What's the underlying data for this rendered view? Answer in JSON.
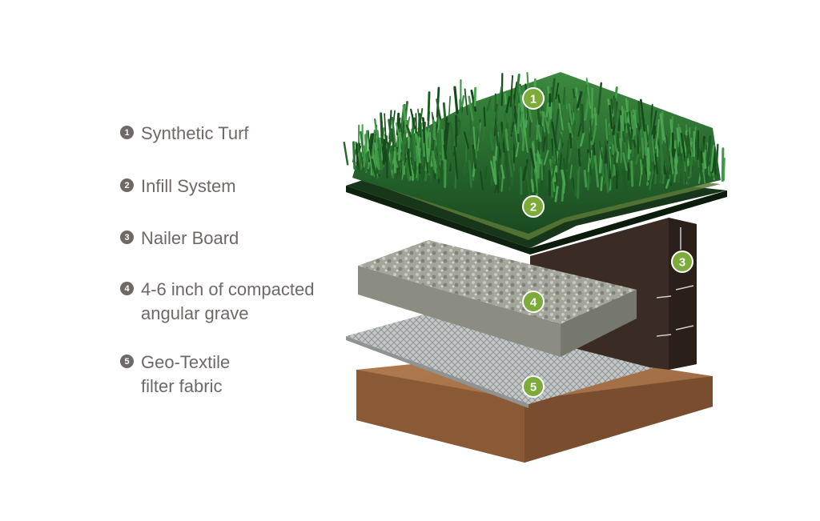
{
  "legend": [
    {
      "num": "1",
      "lines": [
        "Synthetic Turf"
      ]
    },
    {
      "num": "2",
      "lines": [
        "Infill System"
      ]
    },
    {
      "num": "3",
      "lines": [
        "Nailer Board"
      ]
    },
    {
      "num": "4",
      "lines": [
        "4-6 inch of compacted",
        "angular grave"
      ]
    },
    {
      "num": "5",
      "lines": [
        "Geo-Textile",
        "filter fabric"
      ]
    }
  ],
  "markers": [
    "1",
    "2",
    "3",
    "4",
    "5"
  ],
  "colors": {
    "marker_green": "#7cab3a",
    "legend_grey": "#6e6866",
    "turf_green": "#2f6e33",
    "soil_brown": "#a8734a",
    "nailer_board": "#3a2c24",
    "gravel_grey": "#9c9f95",
    "fabric_grey": "#b9bcbc"
  }
}
